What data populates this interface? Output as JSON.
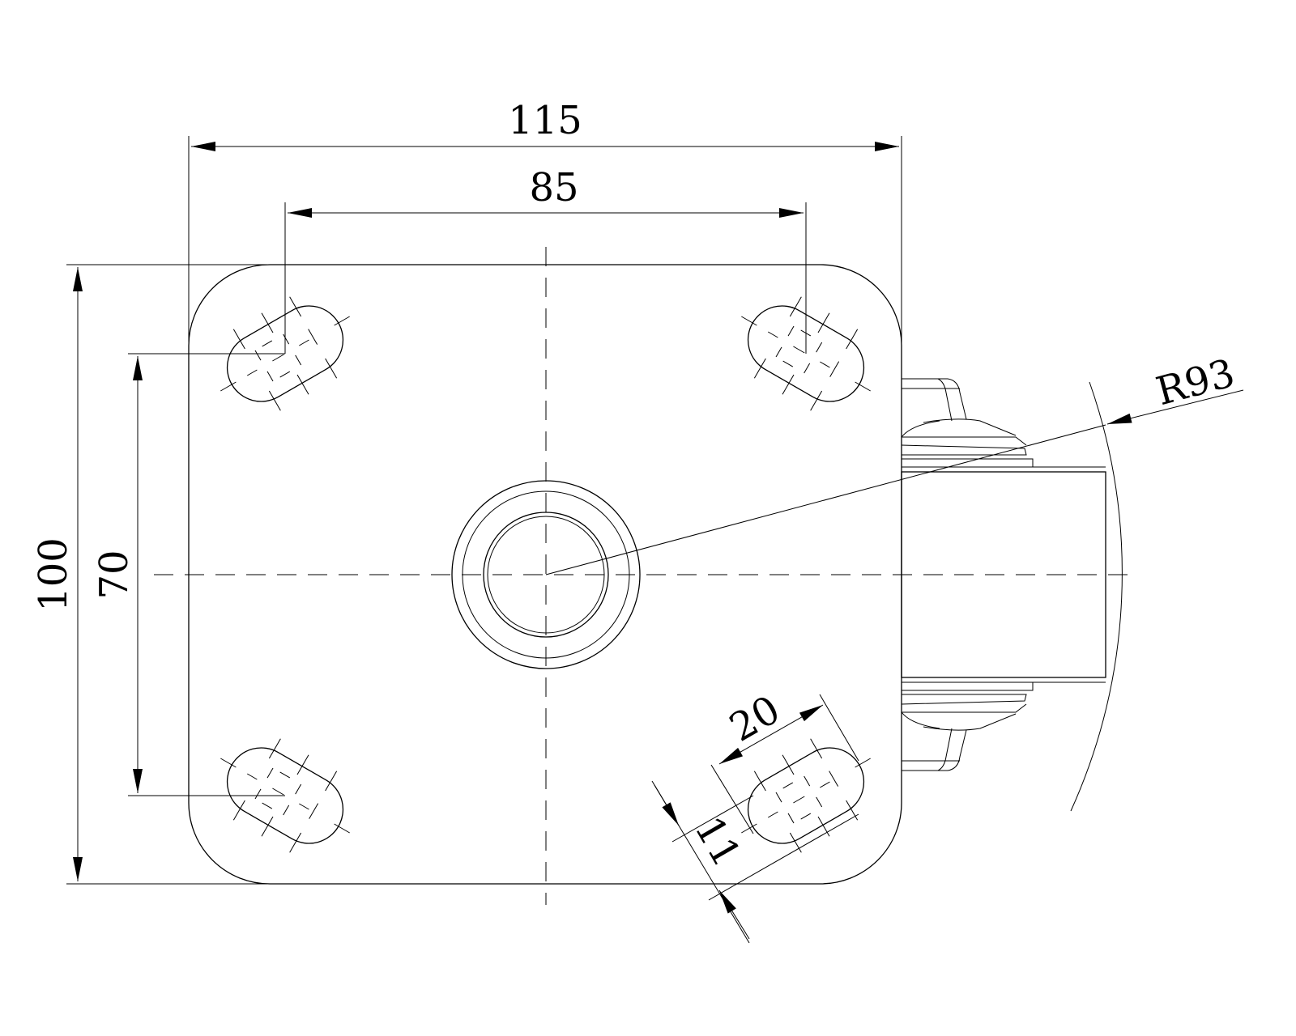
{
  "drawing": {
    "title": "Caster top plate view",
    "dimensions": {
      "overall_width": "115",
      "hole_spacing_x": "85",
      "overall_height": "100",
      "hole_spacing_y": "70",
      "slot_length": "20",
      "slot_width": "11",
      "wheel_radius": "R93"
    },
    "line_color": "#000000",
    "background": "#ffffff"
  }
}
